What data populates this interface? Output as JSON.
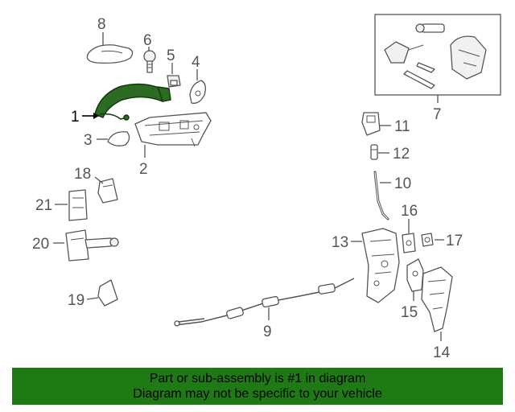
{
  "diagram": {
    "callouts": [
      "1",
      "2",
      "3",
      "4",
      "5",
      "6",
      "7",
      "8",
      "9",
      "10",
      "11",
      "12",
      "13",
      "14",
      "15",
      "16",
      "17",
      "18",
      "19",
      "20",
      "21"
    ],
    "highlight_color": "#2c6b22"
  },
  "footer": {
    "line1": "Part or sub-assembly is #1 in diagram",
    "line2": "Diagram may not be specific to your vehicle",
    "background": "#1f7a15"
  }
}
